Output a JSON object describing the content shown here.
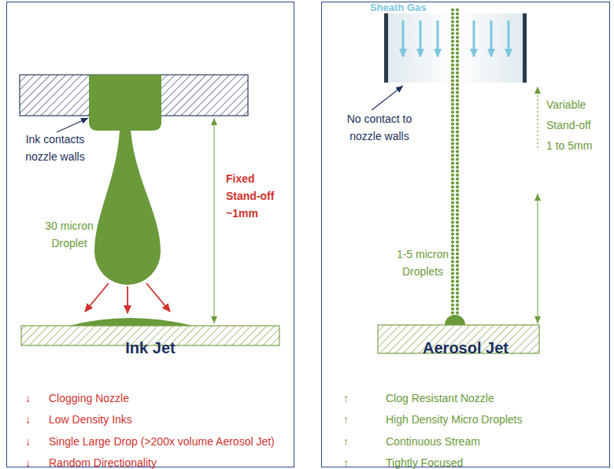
{
  "diagram": {
    "nodes": [
      {
        "text": [
          "Ink Jet"
        ]
      },
      {
        "text": [
          "Aerosol Jet"
        ]
      }
    ],
    "labels": [
      "Ink contacts nozzle walls",
      "Fixed Stand-off ~1mm",
      "30 micron Droplet",
      "↓",
      "Clogging Nozzle",
      "↓",
      "Low Density Inks",
      "↓",
      "Single Large Drop (>200x volume Aerosol Jet)",
      "↓",
      "Random Directionality",
      "Sheath Gas",
      "No contact to nozzle walls",
      "Variable Stand-off 1 to 5mm",
      "1-5 micron Droplets",
      "↑",
      "Clog Resistant Nozzle",
      "↑",
      "High Density Micro Droplets",
      "↑",
      "Continuous Stream",
      "↑",
      "Tightly Focused"
    ]
  }
}
